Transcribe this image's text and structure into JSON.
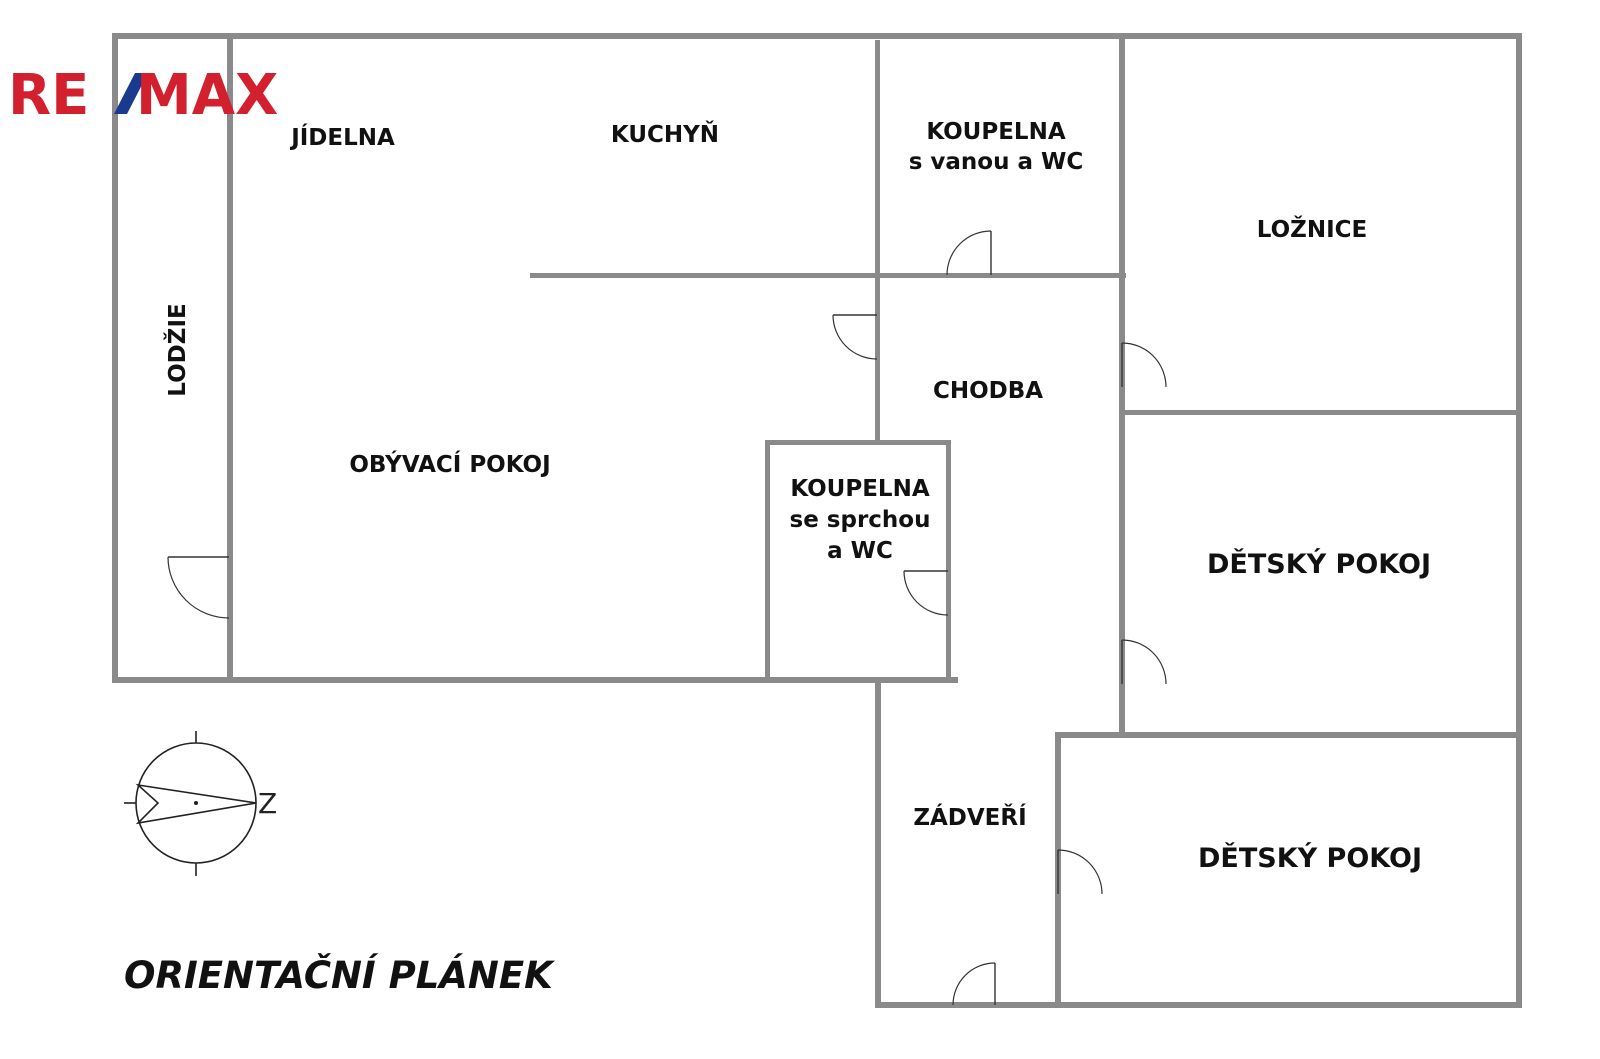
{
  "logo": {
    "left": "RE",
    "right": "MAX",
    "red": "#d3202f",
    "blue": "#1a3a8f"
  },
  "rooms": {
    "lodzie": "LODŽIE",
    "jidelna": "JÍDELNA",
    "kuchyn": "KUCHYŇ",
    "koupelna_vana_line1": "KOUPELNA",
    "koupelna_vana_line2": "s vanou a WC",
    "loznice": "LOŽNICE",
    "chodba": "CHODBA",
    "obyvaci_pokoj": "OBÝVACÍ POKOJ",
    "koupelna_sprcha_line1": "KOUPELNA",
    "koupelna_sprcha_line2": "se sprchou",
    "koupelna_sprcha_line3": "a WC",
    "detsky_pokoj_1": "DĚTSKÝ POKOJ",
    "detsky_pokoj_2": "DĚTSKÝ POKOJ",
    "zadveri": "ZÁDVEŘÍ"
  },
  "compass": {
    "letter": "Z",
    "icon": "compass-icon"
  },
  "title": "ORIENTAČNÍ PLÁNEK"
}
